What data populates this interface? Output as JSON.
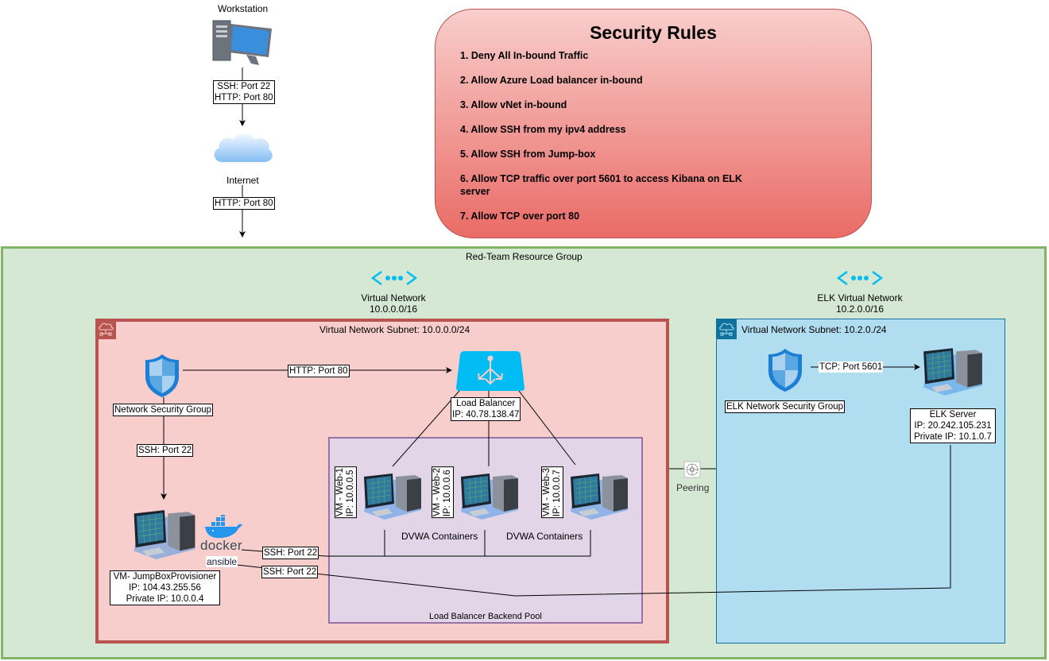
{
  "security_rules": {
    "title": "Security Rules",
    "items": [
      "1. Deny All In-bound Traffic",
      "2. Allow Azure Load balancer in-bound",
      "3. Allow vNet in-bound",
      "4. Allow SSH from my ipv4 address",
      "5. Allow SSH from Jump-box",
      "6. Allow TCP traffic over port 5601 to access Kibana on ELK server",
      "7. Allow TCP over port 80"
    ]
  },
  "workstation": {
    "label": "Workstation",
    "edge_label_line1": "SSH: Port 22",
    "edge_label_line2": "HTTP: Port 80"
  },
  "internet": {
    "label": "Internet",
    "edge_label": "HTTP: Port 80"
  },
  "resource_group": {
    "label": "Red-Team Resource Group"
  },
  "vnet1": {
    "name": "Virtual Network",
    "cidr": "10.0.0.0/16",
    "subnet_label": "Virtual Network Subnet: 10.0.0.0/24"
  },
  "vnet2": {
    "name": "ELK Virtual Network",
    "cidr": "10.2.0.0/16",
    "subnet_label": "Virtual Network Subnet: 10.2.0./24"
  },
  "nsg": {
    "label": "Network Security Group",
    "http_edge": "HTTP: Port 80",
    "ssh_edge": "SSH: Port 22"
  },
  "load_balancer": {
    "name": "Load Balancer",
    "ip": "IP: 40.78.138.47"
  },
  "backend_pool": {
    "label": "Load Balancer Backend Pool",
    "vms": [
      {
        "name": "VM - Web-1",
        "ip": "IP: 10.0.0.5"
      },
      {
        "name": "VM - Web-2",
        "ip": "IP: 10.0.0.6"
      },
      {
        "name": "VM - Web-3",
        "ip": "IP: 10.0.0.7"
      }
    ],
    "containers": [
      "DVWA Containers",
      "DVWA Containers"
    ]
  },
  "jumpbox": {
    "name": "VM- JumpBoxProvisioner",
    "ip": "IP: 104.43.255.56",
    "private_ip": "Private IP: 10.0.0.4",
    "docker_label": "docker",
    "ansible_label": "ansible",
    "ssh_edge_1": "SSH: Port 22",
    "ssh_edge_2": "SSH: Port 22"
  },
  "peering": {
    "label": "Peering"
  },
  "elk_nsg": {
    "label": "ELK Network Security Group",
    "tcp_edge": "TCP: Port 5601"
  },
  "elk_server": {
    "name": "ELK Server",
    "ip": "IP: 20.242.105.231",
    "private_ip": "Private IP: 10.1.0.7"
  },
  "colors": {
    "rules_gradient_top": "#f8cecc",
    "rules_gradient_bottom": "#ea6b66",
    "resource_group_fill": "#d5e8d4",
    "resource_group_border": "#82b366",
    "subnet1_fill": "#f8cecc",
    "subnet1_border": "#b85450",
    "subnet2_fill": "#b1ddf0",
    "subnet2_border": "#10739e",
    "pool_fill": "#e1d5e7",
    "pool_border": "#9673a6",
    "azure_accent": "#00bcf2"
  }
}
